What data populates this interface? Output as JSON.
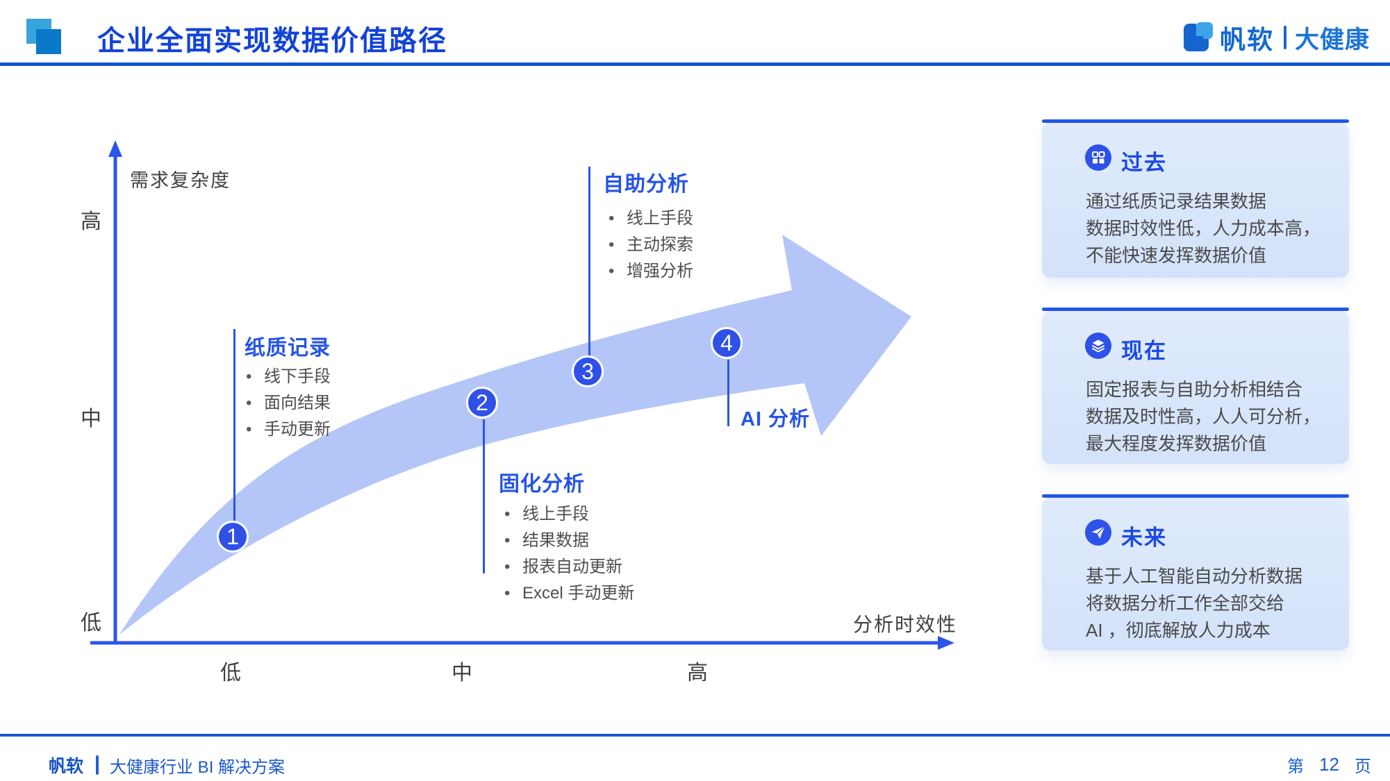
{
  "header": {
    "title": "企业全面实现数据价值路径",
    "brand_name": "帆软",
    "brand_sub": "大健康"
  },
  "chart": {
    "y_axis_label": "需求复杂度",
    "x_axis_label": "分析时效性",
    "y_ticks": [
      "高",
      "中",
      "低"
    ],
    "x_ticks": [
      "低",
      "中",
      "高"
    ],
    "stages": [
      {
        "num": "1",
        "title": "纸质记录",
        "bullets": [
          "线下手段",
          "面向结果",
          "手动更新"
        ]
      },
      {
        "num": "2",
        "title": "固化分析",
        "bullets": [
          "线上手段",
          "结果数据",
          "报表自动更新",
          "Excel 手动更新"
        ]
      },
      {
        "num": "3",
        "title": "自助分析",
        "bullets": [
          "线上手段",
          "主动探索",
          "增强分析"
        ]
      },
      {
        "num": "4",
        "title": "AI 分析",
        "bullets": []
      }
    ]
  },
  "cards": [
    {
      "icon": "grid-icon",
      "title": "过去",
      "line1": "通过纸质记录结果数据",
      "line2": "数据时效性低，人力成本高，",
      "line3": "不能快速发挥数据价值"
    },
    {
      "icon": "layers-icon",
      "title": "现在",
      "line1": "固定报表与自助分析相结合",
      "line2": "数据及时性高，人人可分析，",
      "line3": "最大程度发挥数据价值"
    },
    {
      "icon": "paper-plane-icon",
      "title": "未来",
      "line1": "基于人工智能自动分析数据",
      "line2": "将数据分析工作全部交给",
      "line3": "AI ，彻底解放人力成本"
    }
  ],
  "footer": {
    "brand": "帆软",
    "doc_title": "大健康行业 BI 解决方案",
    "page_prefix": "第",
    "page_number": "12",
    "page_suffix": "页"
  },
  "colors": {
    "title_blue": "#1243d8",
    "accent_blue": "#2453e8",
    "axis_blue": "#2b55e9",
    "band_blue": "#b4c5f8",
    "circle_blue": "#2f51e8",
    "card_bg": "#d9e6fb",
    "body_gray": "#4a4a4a",
    "logo_light_blue": "#38a4dd",
    "logo_dark_blue": "#0b79ca"
  }
}
